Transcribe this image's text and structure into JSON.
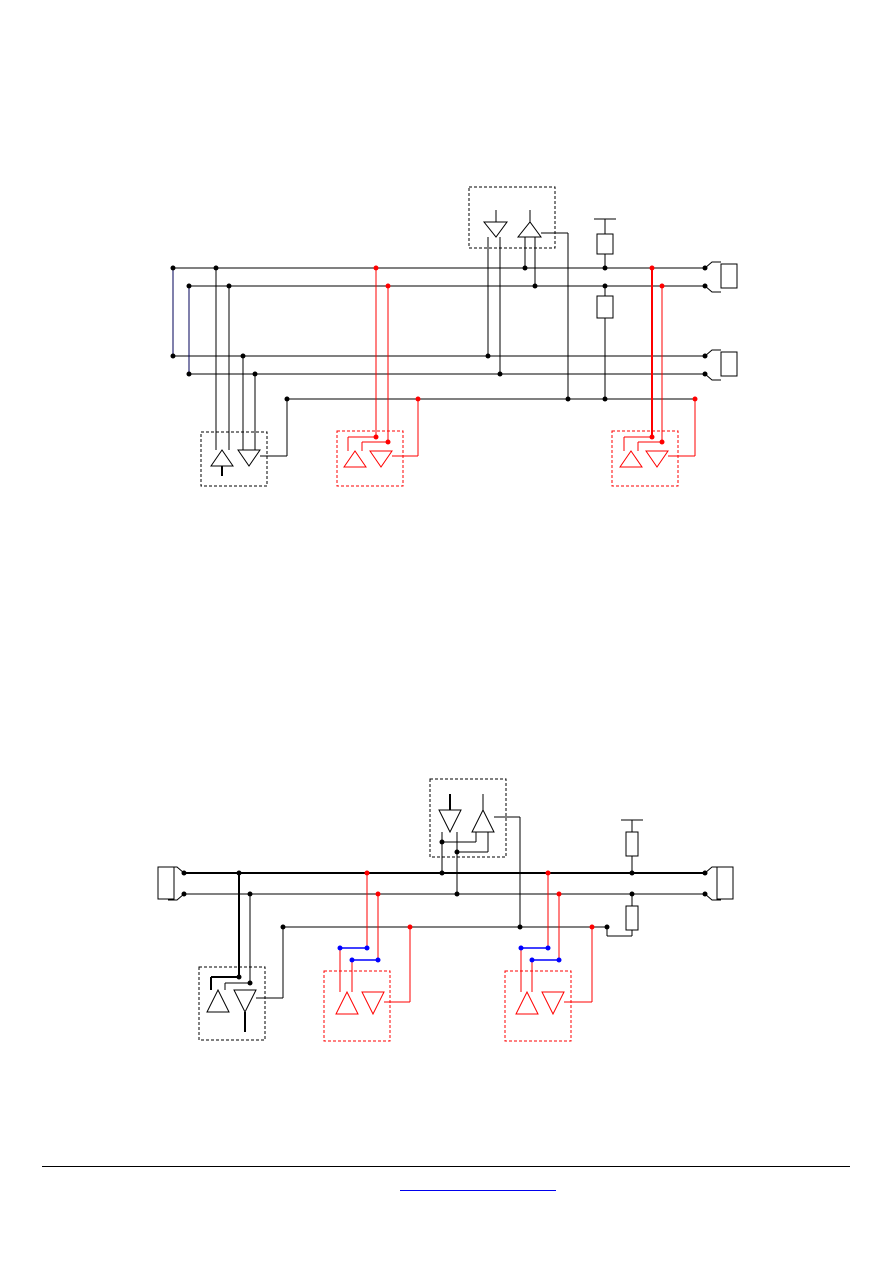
{
  "colors": {
    "line": "#000000",
    "highlight": "#ff0000",
    "link": "#0000ff",
    "background": "#ffffff"
  },
  "figures": [
    {
      "name": "top-network",
      "description_visible_text": "",
      "transceivers": [
        "black",
        "black",
        "red",
        "red"
      ]
    },
    {
      "name": "bottom-network",
      "description_visible_text": "",
      "transceivers": [
        "black",
        "black",
        "red",
        "red"
      ]
    }
  ],
  "footer": {
    "link_text": ""
  }
}
